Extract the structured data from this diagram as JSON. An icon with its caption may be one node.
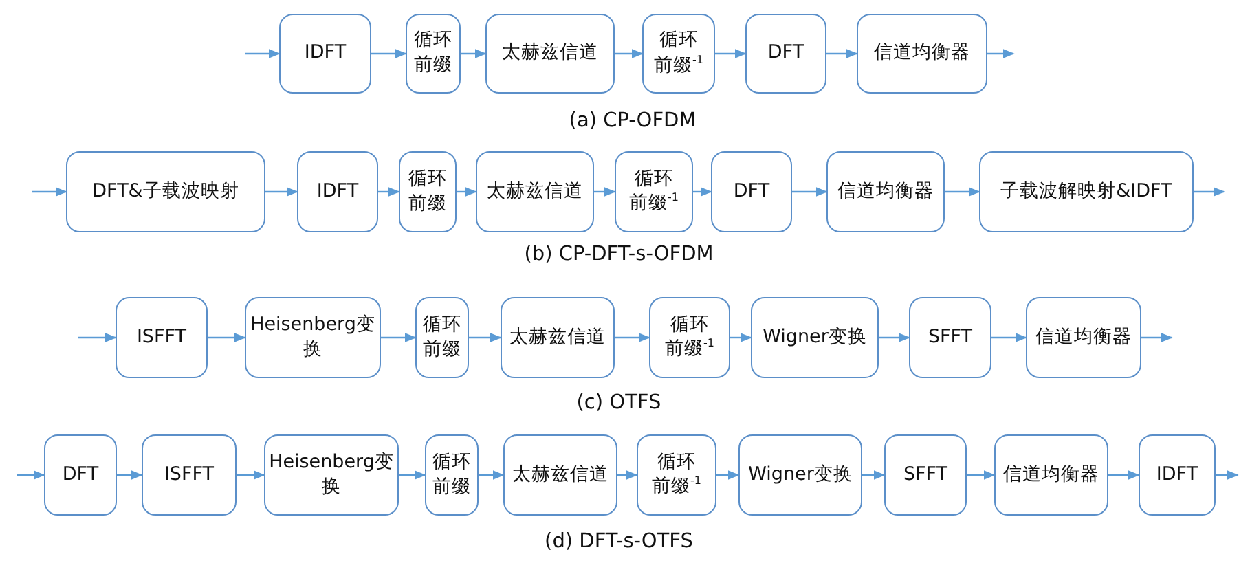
{
  "diagram": {
    "nodes": [
      {
        "text": [
          "IDFT"
        ]
      },
      {
        "text": [
          "循环前缀"
        ]
      },
      {
        "text": [
          "太赫兹信道"
        ]
      },
      {
        "text": [
          "循环前缀$^{-1}$"
        ]
      },
      {
        "text": [
          "DFT"
        ]
      },
      {
        "text": [
          "信道均衡器"
        ]
      },
      {
        "text": [
          "DFT&子载波映射"
        ]
      },
      {
        "text": [
          "IDFT"
        ]
      },
      {
        "text": [
          "循环前缀"
        ]
      },
      {
        "text": [
          "太赫兹信道"
        ]
      },
      {
        "text": [
          "循环前缀$^{-1}$"
        ]
      },
      {
        "text": [
          "DFT"
        ]
      },
      {
        "text": [
          "信道均衡器"
        ]
      },
      {
        "text": [
          "子载波解映射&IDFT"
        ]
      },
      {
        "text": [
          "ISFFT"
        ]
      },
      {
        "text": [
          "Heisenberg变换"
        ]
      },
      {
        "text": [
          "循环前缀"
        ]
      },
      {
        "text": [
          "太赫兹信道"
        ]
      },
      {
        "text": [
          "循环前缀$^{-1}$"
        ]
      },
      {
        "text": [
          "Wigner变换"
        ]
      },
      {
        "text": [
          "SFFT"
        ]
      },
      {
        "text": [
          "信道均衡器"
        ]
      },
      {
        "text": [
          "DFT"
        ]
      },
      {
        "text": [
          "ISFFT"
        ]
      },
      {
        "text": [
          "Heisenberg变换"
        ]
      },
      {
        "text": [
          "循环前缀"
        ]
      },
      {
        "text": [
          "太赫兹信道"
        ]
      },
      {
        "text": [
          "循环前缀$^{-1}$"
        ]
      },
      {
        "text": [
          "Wigner变换"
        ]
      },
      {
        "text": [
          "SFFT"
        ]
      },
      {
        "text": [
          "信道均衡器"
        ]
      },
      {
        "text": [
          "IDFT"
        ]
      }
    ],
    "edges": [
      {
        "from": null,
        "to": 0,
        "arrow": "to"
      },
      {
        "from": 0,
        "to": 1,
        "arrow": "to"
      },
      {
        "from": 1,
        "to": 2,
        "arrow": "to"
      },
      {
        "from": 2,
        "to": 3,
        "arrow": "to"
      },
      {
        "from": 3,
        "to": 4,
        "arrow": "to"
      },
      {
        "from": 4,
        "to": 5,
        "arrow": "to"
      },
      {
        "from": 5,
        "to": null,
        "arrow": "to"
      },
      {
        "from": null,
        "to": 6,
        "arrow": "to"
      },
      {
        "from": 6,
        "to": 7,
        "arrow": "to"
      },
      {
        "from": 7,
        "to": 8,
        "arrow": "to"
      },
      {
        "from": 8,
        "to": 9,
        "arrow": "to"
      },
      {
        "from": 9,
        "to": 10,
        "arrow": "to"
      },
      {
        "from": 10,
        "to": 11,
        "arrow": "to"
      },
      {
        "from": 11,
        "to": 12,
        "arrow": "to"
      },
      {
        "from": 12,
        "to": 13,
        "arrow": "to"
      },
      {
        "from": 13,
        "to": null,
        "arrow": "to"
      },
      {
        "from": null,
        "to": 14,
        "arrow": "to"
      },
      {
        "from": 14,
        "to": 15,
        "arrow": "to"
      },
      {
        "from": 15,
        "to": 16,
        "arrow": "to"
      },
      {
        "from": 16,
        "to": 17,
        "arrow": "to"
      },
      {
        "from": 17,
        "to": 18,
        "arrow": "to"
      },
      {
        "from": 18,
        "to": 19,
        "arrow": "to"
      },
      {
        "from": 19,
        "to": 20,
        "arrow": "to"
      },
      {
        "from": 20,
        "to": 21,
        "arrow": "to"
      },
      {
        "from": 21,
        "to": null,
        "arrow": "to"
      },
      {
        "from": null,
        "to": 22,
        "arrow": "to"
      },
      {
        "from": 22,
        "to": 23,
        "arrow": "to"
      },
      {
        "from": 23,
        "to": 24,
        "arrow": "to"
      },
      {
        "from": 24,
        "to": 25,
        "arrow": "to"
      },
      {
        "from": 25,
        "to": 26,
        "arrow": "to"
      },
      {
        "from": 26,
        "to": 27,
        "arrow": "to"
      },
      {
        "from": 27,
        "to": 28,
        "arrow": "to"
      },
      {
        "from": 28,
        "to": 29,
        "arrow": "to"
      },
      {
        "from": 29,
        "to": 30,
        "arrow": "to"
      },
      {
        "from": 30,
        "to": 31,
        "arrow": "to"
      },
      {
        "from": 31,
        "to": null,
        "arrow": "to"
      }
    ],
    "labels": [
      "(a) CP-OFDM",
      "(b) CP-DFT-s-OFDM",
      "(c) OTFS",
      "(d) DFT-s-OTFS"
    ]
  }
}
